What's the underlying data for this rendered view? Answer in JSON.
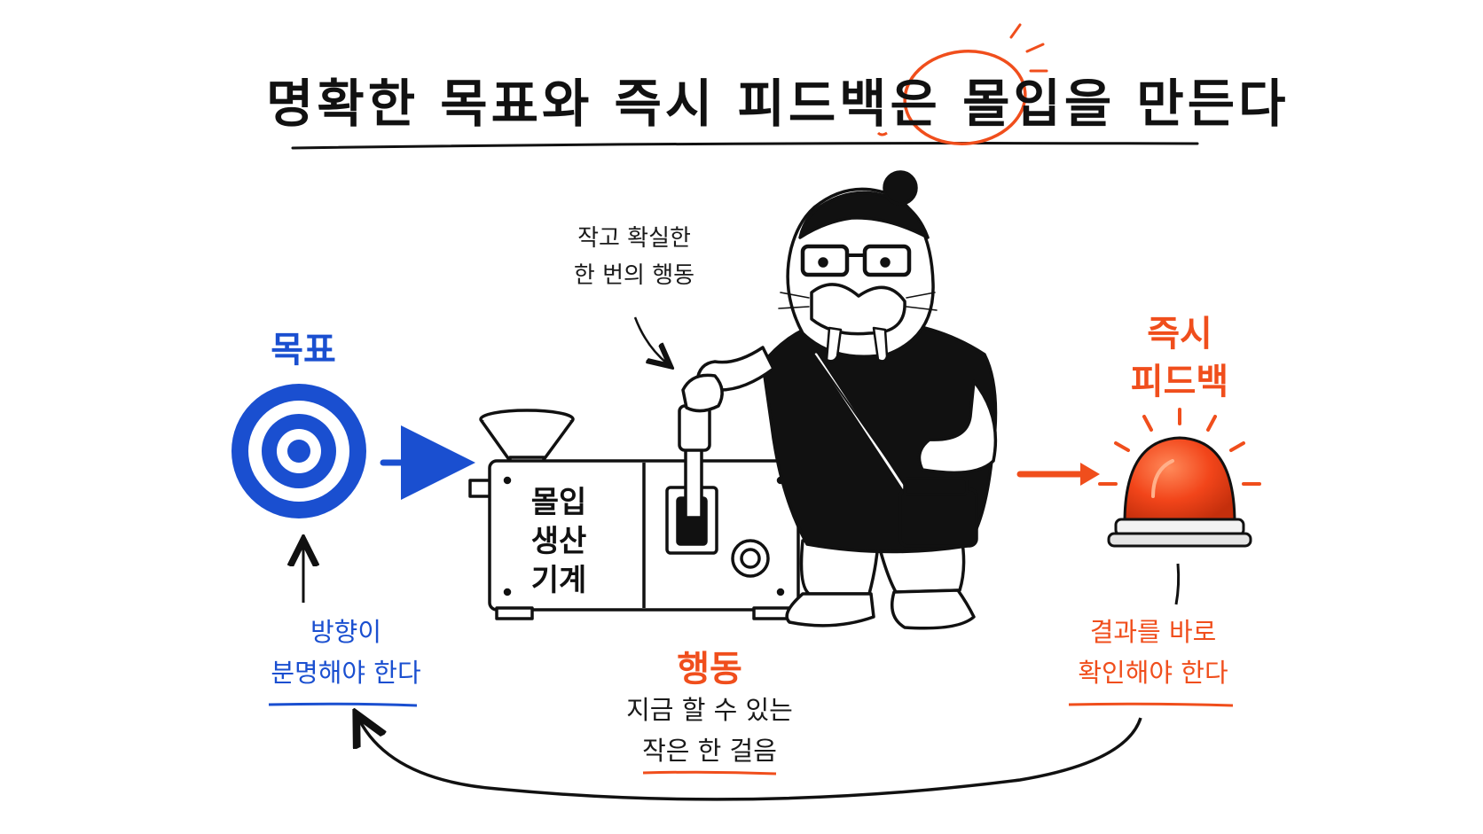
{
  "title": {
    "before": "명확한 목표와 즉시 피드백은 ",
    "highlight": "몰입",
    "after": "을 만든다"
  },
  "goal": {
    "heading": "목표",
    "caption_line1": "방향이",
    "caption_line2": "분명해야 한다",
    "icon": "target-icon",
    "color": "#1a4fd0"
  },
  "machine": {
    "label_line1": "몰입",
    "label_line2": "생산",
    "label_line3": "기계",
    "icon": "lever-machine-icon"
  },
  "action_note": {
    "line1": "작고 확실한",
    "line2": "한 번의 행동"
  },
  "action": {
    "heading": "행동",
    "caption_line1": "지금 할 수 있는",
    "caption_line2": "작은 한 걸음",
    "color": "#f04e1c"
  },
  "feedback": {
    "heading_line1": "즉시",
    "heading_line2": "피드백",
    "caption_line1": "결과를 바로",
    "caption_line2": "확인해야 한다",
    "icon": "alarm-siren-icon",
    "color": "#f04e1c"
  },
  "character": {
    "icon": "walrus-character-icon"
  }
}
